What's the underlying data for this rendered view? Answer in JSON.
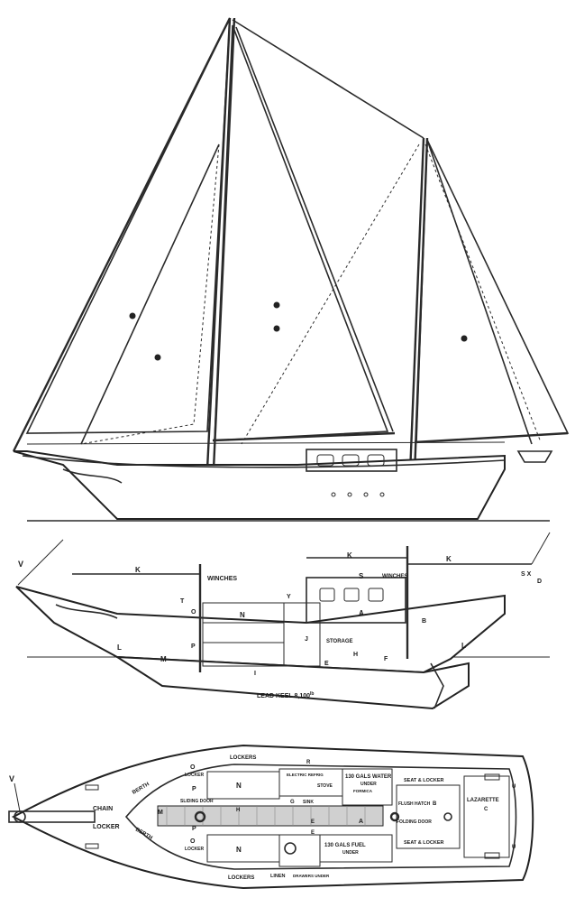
{
  "colors": {
    "ink": "#222222",
    "paper": "#ffffff"
  },
  "profile": {
    "labels": {
      "winches_fwd": "WINCHES",
      "winches_aft": "WINCHES",
      "storage": "STORAGE",
      "lead_keel": "LEAD KEEL 8,100",
      "lead_keel_unit": "lb",
      "v": "V",
      "k1": "K",
      "k2": "K",
      "k3": "K",
      "l1": "L",
      "l2": "L",
      "m": "M",
      "n": "N",
      "p": "P",
      "o": "O",
      "a": "A",
      "b": "B",
      "f": "F",
      "s": "S",
      "i": "I",
      "j": "J",
      "e": "E",
      "h": "H",
      "y": "Y",
      "sx": "S X",
      "d": "D",
      "t": "T"
    }
  },
  "plan": {
    "labels": {
      "v": "V",
      "chain": "CHAIN",
      "locker": "LOCKER",
      "lockers_top": "LOCKERS",
      "lockers_bottom": "LOCKERS",
      "berth_upper": "BERTH",
      "berth_lower": "BERTH",
      "sliding_door": "SLIDING DOOR",
      "o_locker_top": "O",
      "o_locker_top_sub": "LOCKER",
      "o_locker_bottom": "O",
      "o_locker_bottom_sub": "LOCKER",
      "n_top": "N",
      "n_bottom": "N",
      "m": "M",
      "p_top": "P",
      "p_bottom": "P",
      "r": "R",
      "h": "H",
      "g": "G",
      "sink": "SINK",
      "stove": "STOVE",
      "e1": "E",
      "e2": "E",
      "a": "A",
      "b": "B",
      "c": "C",
      "u_top": "U",
      "u_bottom": "U",
      "electric_refrig": "ELECTRIC REFRIG",
      "water": "130 GALS WATER",
      "water_under": "UNDER",
      "formica": "FORMICA",
      "fuel": "130 GALS FUEL",
      "fuel_under": "UNDER",
      "flush_hatch": "FLUSH HATCH",
      "folding_door": "FOLDING DOOR",
      "seat_locker_top": "SEAT & LOCKER",
      "seat_locker_bottom": "SEAT & LOCKER",
      "lazarette": "LAZARETTE",
      "linen": "LINEN",
      "drawers_under": "DRAWERS UNDER"
    }
  }
}
